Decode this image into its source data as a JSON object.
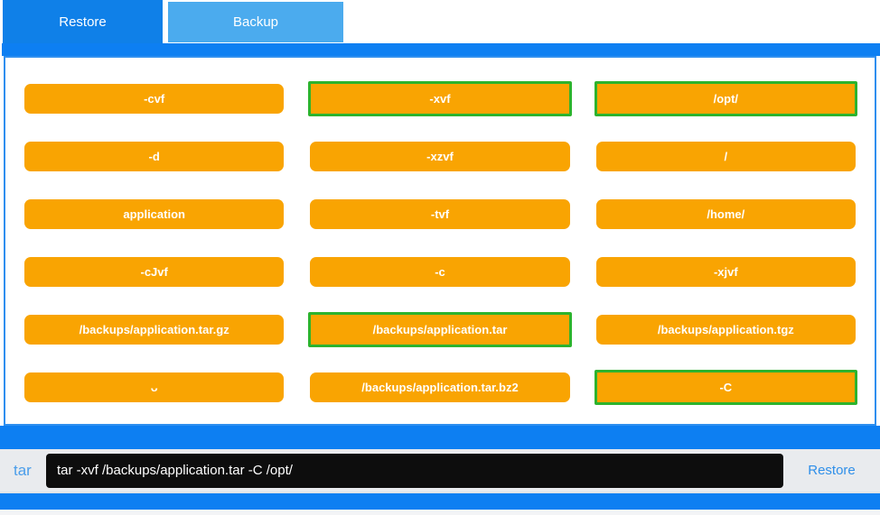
{
  "tabs": {
    "restore": {
      "label": "Restore",
      "active": true
    },
    "backup": {
      "label": "Backup",
      "active": false
    }
  },
  "grid": {
    "buttons": [
      {
        "label": "-cvf",
        "selected": false
      },
      {
        "label": "-xvf",
        "selected": true
      },
      {
        "label": "/opt/",
        "selected": true
      },
      {
        "label": "-d",
        "selected": false
      },
      {
        "label": "-xzvf",
        "selected": false
      },
      {
        "label": "/",
        "selected": false
      },
      {
        "label": "application",
        "selected": false
      },
      {
        "label": "-tvf",
        "selected": false
      },
      {
        "label": "/home/",
        "selected": false
      },
      {
        "label": "-cJvf",
        "selected": false
      },
      {
        "label": "-c",
        "selected": false
      },
      {
        "label": "-xjvf",
        "selected": false
      },
      {
        "label": "/backups/application.tar.gz",
        "selected": false
      },
      {
        "label": "/backups/application.tar",
        "selected": true
      },
      {
        "label": "/backups/application.tgz",
        "selected": false
      },
      {
        "label": "ᴗ",
        "selected": false
      },
      {
        "label": "/backups/application.tar.bz2",
        "selected": false
      },
      {
        "label": "-C",
        "selected": true
      }
    ]
  },
  "command_bar": {
    "prefix_label": "tar",
    "command_text": "tar -xvf /backups/application.tar -C /opt/",
    "action_label": "Restore"
  },
  "colors": {
    "tab_active_blue": "#0f80e8",
    "tab_inactive_blue": "#4babee",
    "band_blue": "#0d7ff2",
    "panel_border_blue": "#2f8fef",
    "option_orange": "#f9a402",
    "selected_green": "#2db32d",
    "bar_gray": "#e9ebee",
    "command_black": "#0d0d0d",
    "link_blue": "#2f8fe9"
  }
}
